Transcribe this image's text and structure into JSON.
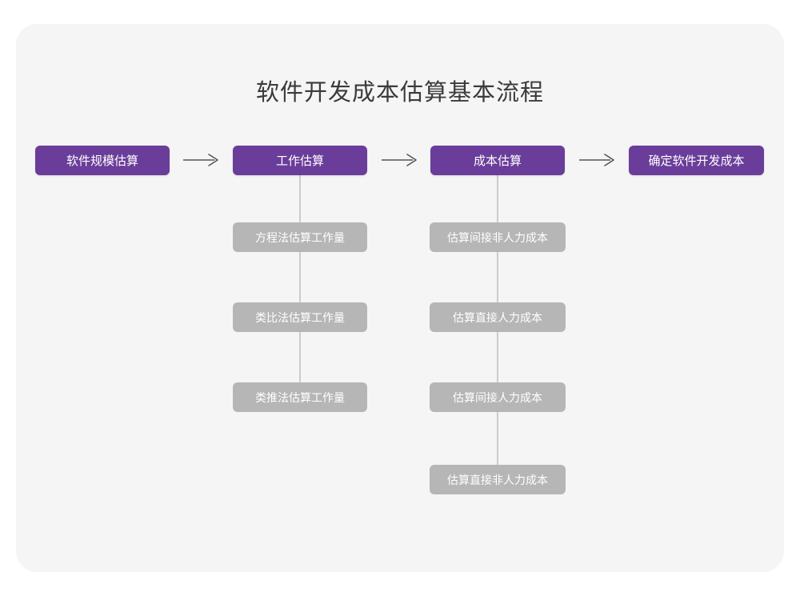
{
  "diagram": {
    "title": "软件开发成本估算基本流程",
    "type": "flowchart",
    "background_color": "#f5f5f5",
    "page_color": "#ffffff",
    "primary_color": "#6a3d9a",
    "secondary_color": "#b6b6b6",
    "connector_color": "#cccccc",
    "arrow_color": "#555555",
    "main_flow": [
      {
        "label": "软件规模估算"
      },
      {
        "label": "工作估算"
      },
      {
        "label": "成本估算"
      },
      {
        "label": "确定软件开发成本"
      }
    ],
    "arrows": [
      {
        "name": "arrow-1",
        "glyph": "→"
      },
      {
        "name": "arrow-2",
        "glyph": "→"
      },
      {
        "name": "arrow-3",
        "glyph": "→"
      }
    ],
    "branches": [
      {
        "parent": "工作估算",
        "items": [
          "方程法估算工作量",
          "类比法估算工作量",
          "类推法估算工作量"
        ]
      },
      {
        "parent": "成本估算",
        "items": [
          "估算间接非人力成本",
          "估算直接人力成本",
          "估算间接人力成本",
          "估算直接非人力成本"
        ]
      }
    ]
  }
}
